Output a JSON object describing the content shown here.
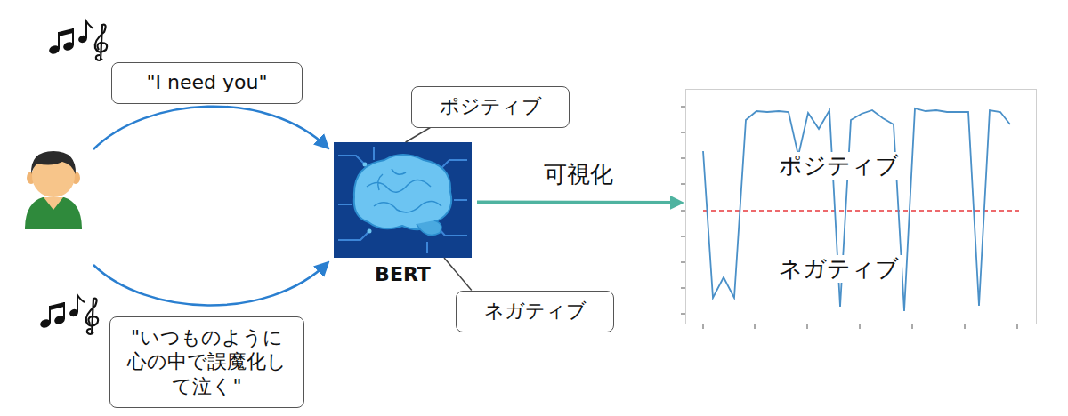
{
  "diagram": {
    "nodes": [
      {
        "text": [
          "\"I need you\""
        ]
      },
      {
        "text": [
          "ポジティブ"
        ]
      },
      {
        "text": [
          "BERT"
        ]
      },
      {
        "text": [
          "ポジティブ",
          "ネガティブ"
        ]
      },
      {
        "text": [
          "ネガティブ"
        ]
      },
      {
        "text": [
          "\"いつものように 心の中で誤魔化し て泣く\""
        ]
      }
    ],
    "edges": [
      {
        "from": 1,
        "to": 2,
        "arrow": "none"
      },
      {
        "from": 4,
        "to": 2,
        "arrow": "none"
      },
      {
        "from": 2,
        "to": 3,
        "label": "可視化",
        "arrow": "to"
      }
    ]
  }
}
